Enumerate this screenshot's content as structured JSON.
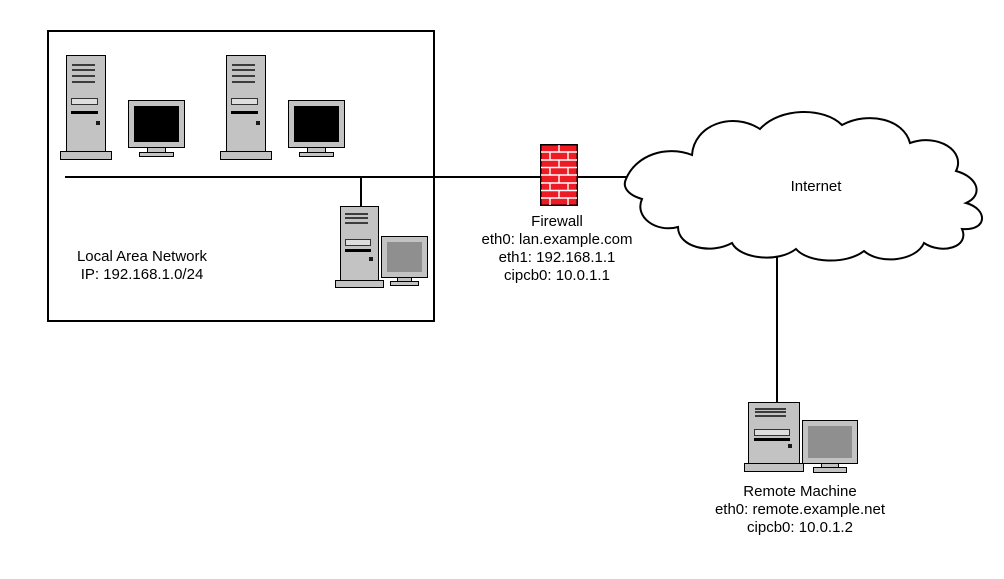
{
  "lan": {
    "name": "Local Area Network",
    "ip": "IP: 192.168.1.0/24"
  },
  "firewall": {
    "name": "Firewall",
    "lines": [
      "eth0: lan.example.com",
      "eth1: 192.168.1.1",
      "cipcb0: 10.0.1.1"
    ]
  },
  "internet": {
    "name": "Internet"
  },
  "remote": {
    "name": "Remote Machine",
    "lines": [
      "eth0: remote.example.net",
      "cipcb0: 10.0.1.2"
    ]
  },
  "icons": {
    "workstation": "desktop-computer-icon",
    "firewall": "brick-wall-firewall-icon",
    "internet": "cloud-icon"
  },
  "colors": {
    "background": "#ffffff",
    "line": "#000000",
    "firewall_brick": "#ee1b24",
    "mortar": "#ffffff",
    "chassis": "#c3c3c3"
  }
}
